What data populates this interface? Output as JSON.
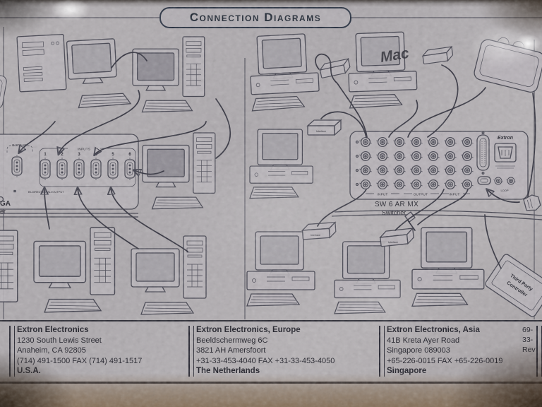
{
  "banner": {
    "title": "Connection Diagrams"
  },
  "left_diagram": {
    "switcher": {
      "output_label": "OUTPUT",
      "inputs_label": "INPUTS",
      "input_numbers": [
        "1",
        "2",
        "3",
        "4",
        "5",
        "6"
      ],
      "bi_directional_label": "BI-DIRECTIONAL",
      "io_label": "I/OUTPUT",
      "partial_label_top": "GA",
      "partial_label_bottom": "er"
    }
  },
  "right_diagram": {
    "switcher": {
      "brand": "Extron",
      "model_line1": "SW 6 AR MX",
      "model_line2": "Switcher",
      "port_group_labels": [
        "INPUT",
        "OUTPUT",
        "INPUT"
      ],
      "loop_label": "LOOP"
    },
    "mac_screen_label": "Mac",
    "interface_box_label": "Interface",
    "controller_label_line1": "Third Party",
    "controller_label_line2": "Controller"
  },
  "footer": {
    "columns": [
      {
        "company": "Extron Electronics",
        "address1": "1230 South Lewis Street",
        "address2": "Anaheim, CA 92805",
        "phone": "(714) 491-1500 FAX (714) 491-1517",
        "country": "U.S.A."
      },
      {
        "company": "Extron Electronics, Europe",
        "address1": "Beeldschermweg 6C",
        "address2": "3821 AH Amersfoort",
        "phone": "+31-33-453-4040 FAX +31-33-453-4050",
        "country": "The Netherlands"
      },
      {
        "company": "Extron Electronics, Asia",
        "address1": "41B Kreta Ayer Road",
        "address2": "Singapore 089003",
        "phone": "+65-226-0015 FAX +65-226-0019",
        "country": "Singapore"
      },
      {
        "partial1": "69-",
        "partial2": "33-",
        "partial3": "Rev"
      }
    ]
  },
  "colors": {
    "ink": "#2e2e3a",
    "paper": "#aba7ab",
    "cable": "#33333f",
    "shadow_brown": "#3a2a1d"
  }
}
